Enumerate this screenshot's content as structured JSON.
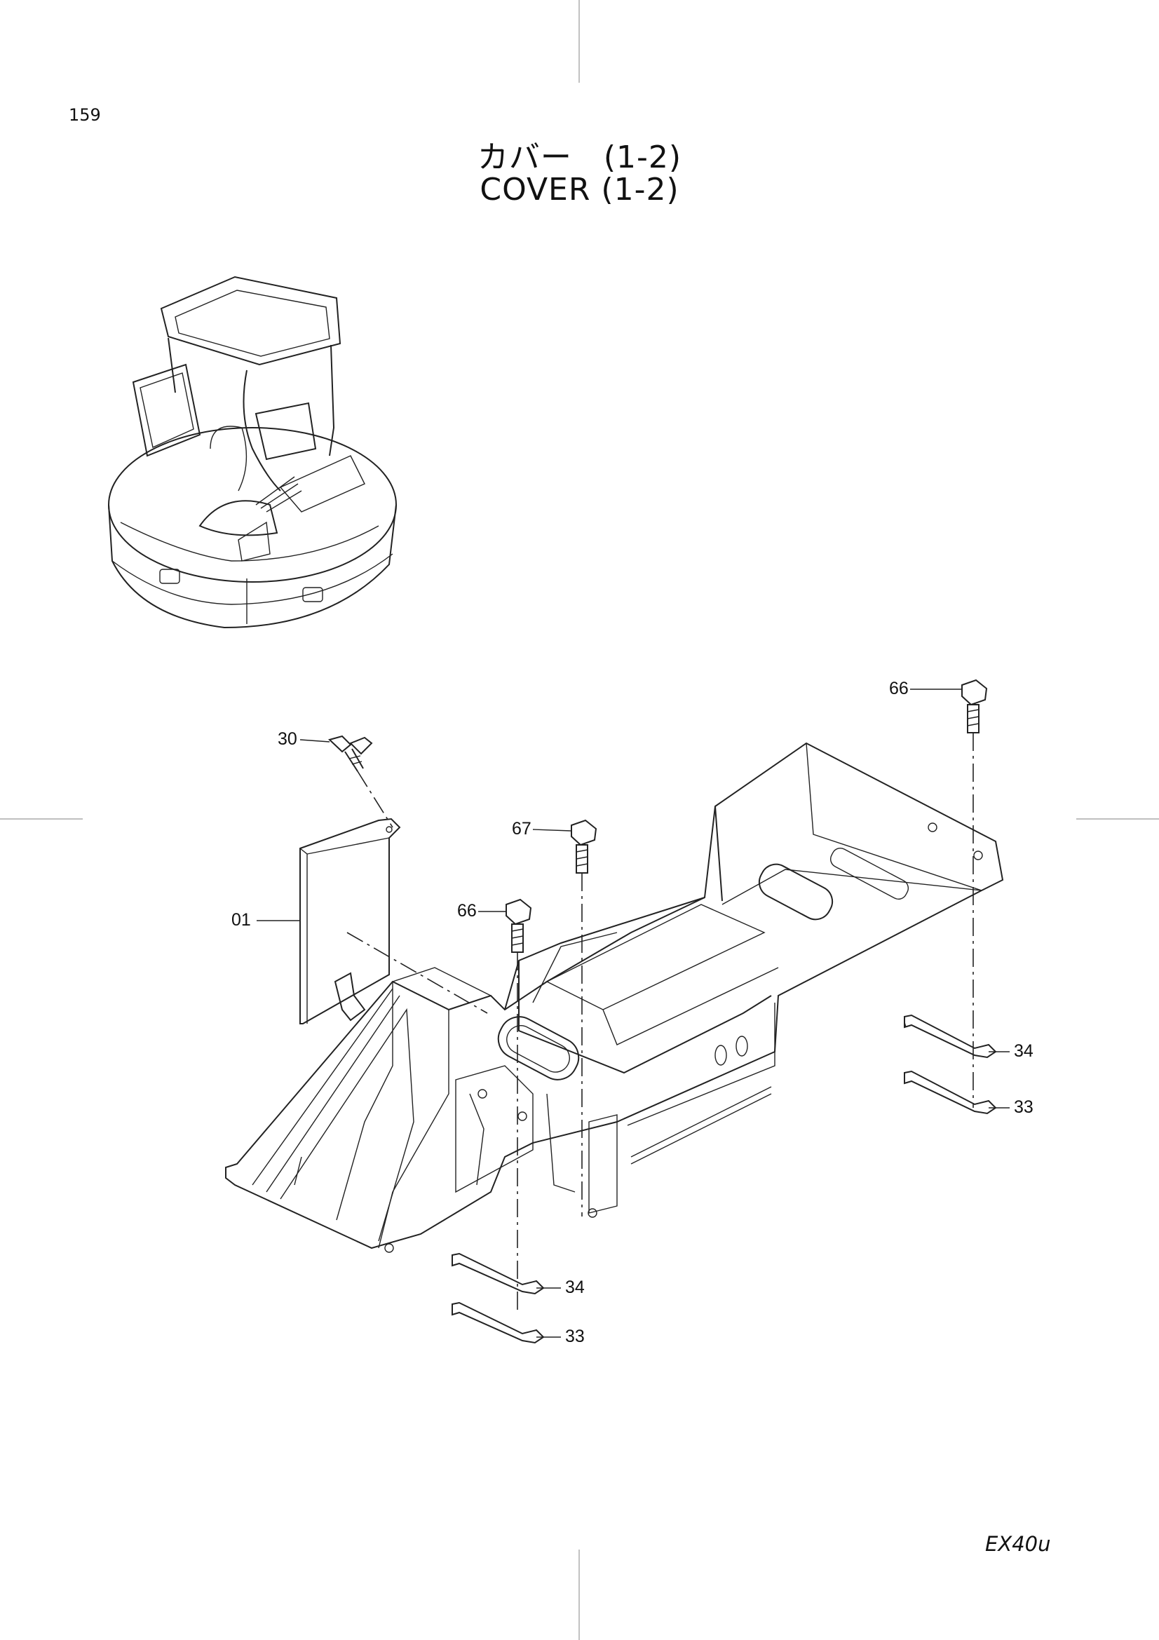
{
  "page_number": "159",
  "title_jp": "カバー　(1-2)",
  "title_en": "COVER  (1-2)",
  "model": "EX40u",
  "callouts": [
    {
      "label": "30",
      "name": "callout-30"
    },
    {
      "label": "01",
      "name": "callout-01"
    },
    {
      "label": "67",
      "name": "callout-67"
    },
    {
      "label": "66",
      "name": "callout-66-top"
    },
    {
      "label": "66",
      "name": "callout-66-mid"
    },
    {
      "label": "34",
      "name": "callout-34-right"
    },
    {
      "label": "33",
      "name": "callout-33-right"
    },
    {
      "label": "34",
      "name": "callout-34-bottom"
    },
    {
      "label": "33",
      "name": "callout-33-bottom"
    }
  ]
}
